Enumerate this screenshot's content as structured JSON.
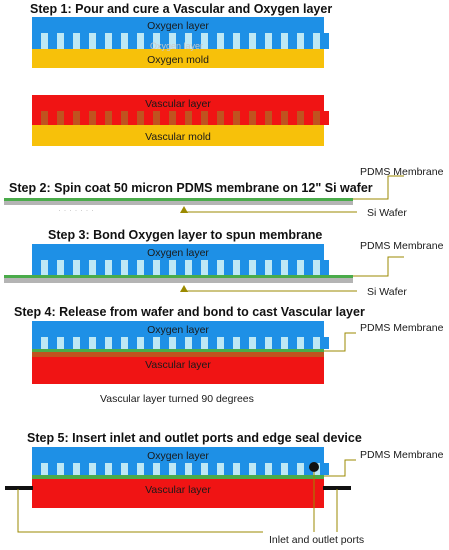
{
  "colors": {
    "oxygen_blue": "#1e90e6",
    "vascular_red": "#f01414",
    "mold_yellow": "#f7c10a",
    "membrane_green": "#4aab4a",
    "wafer_gray": "#b4b4b4",
    "well_light": "#bde8f5",
    "callout_olive": "#9b8a00"
  },
  "steps": [
    {
      "title": "Step 1: Pour and cure a Vascular and Oxygen layer",
      "oxygen_layer": "Oxygen layer",
      "oxygen_ghost": "Oxygen layer",
      "oxygen_mold": "Oxygen mold",
      "vascular_layer": "Vascular layer",
      "vascular_mold": "Vascular mold"
    },
    {
      "title": "Step 2: Spin coat 50 micron PDMS membrane on 12\" Si wafer",
      "membrane_callout": "PDMS Membrane",
      "wafer_callout": "Si Wafer"
    },
    {
      "title": "Step 3: Bond Oxygen layer to spun membrane",
      "oxygen_layer": "Oxygen layer",
      "membrane_callout": "PDMS Membrane",
      "wafer_callout": "Si Wafer"
    },
    {
      "title": "Step 4: Release from wafer and bond to cast Vascular layer",
      "oxygen_layer": "Oxygen layer",
      "vascular_layer": "Vascular layer",
      "membrane_callout": "PDMS Membrane",
      "note": "Vascular layer turned 90 degrees"
    },
    {
      "title": "Step 5: Insert inlet and outlet ports and edge seal device",
      "oxygen_layer": "Oxygen layer",
      "vascular_layer": "Vascular layer",
      "membrane_callout": "PDMS Membrane",
      "ports_callout": "Inlet and outlet ports"
    }
  ]
}
